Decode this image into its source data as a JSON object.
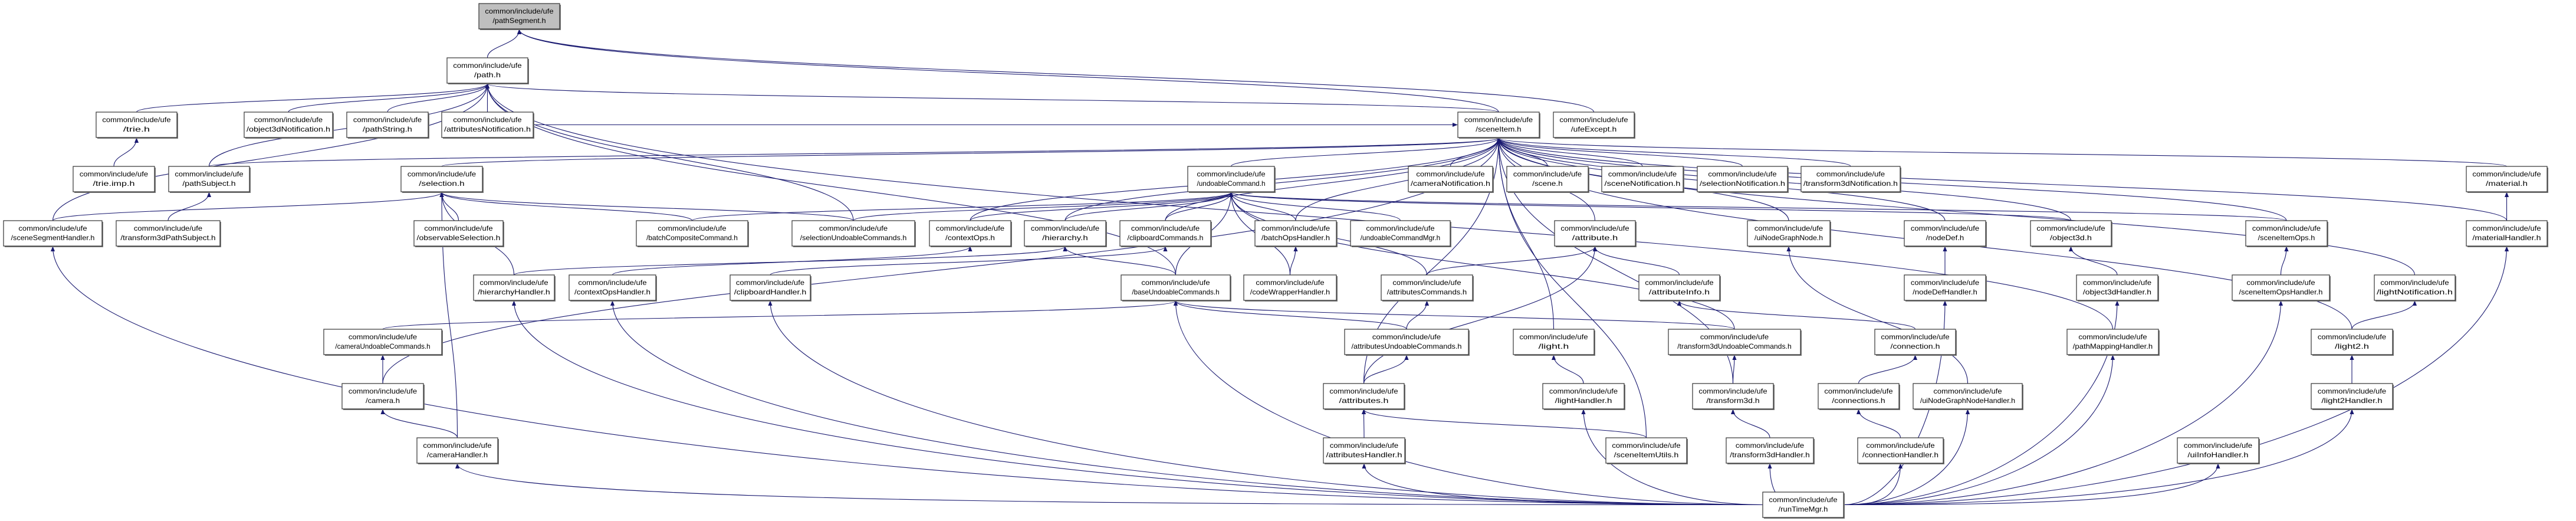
{
  "graph": {
    "type": "include-dependency-graph",
    "edge_color": "#191970",
    "root_fill": "#bfbfbf",
    "root": "pathSegment",
    "nodes": {
      "pathSegment": [
        "common/include/ufe",
        "/pathSegment.h"
      ],
      "path": [
        "common/include/ufe",
        "/path.h"
      ],
      "trie": [
        "common/include/ufe",
        "/trie.h"
      ],
      "object3dNotification": [
        "common/include/ufe",
        "/object3dNotification.h"
      ],
      "pathString": [
        "common/include/ufe",
        "/pathString.h"
      ],
      "attributesNotification": [
        "common/include/ufe",
        "/attributesNotification.h"
      ],
      "sceneItem": [
        "common/include/ufe",
        "/sceneItem.h"
      ],
      "ufeExcept": [
        "common/include/ufe",
        "/ufeExcept.h"
      ],
      "trieImp": [
        "common/include/ufe",
        "/trie.imp.h"
      ],
      "pathSubject": [
        "common/include/ufe",
        "/pathSubject.h"
      ],
      "selection": [
        "common/include/ufe",
        "/selection.h"
      ],
      "undoableCommand": [
        "common/include/ufe",
        "/undoableCommand.h"
      ],
      "cameraNotification": [
        "common/include/ufe",
        "/cameraNotification.h"
      ],
      "scene": [
        "common/include/ufe",
        "/scene.h"
      ],
      "sceneNotification": [
        "common/include/ufe",
        "/sceneNotification.h"
      ],
      "selectionNotification": [
        "common/include/ufe",
        "/selectionNotification.h"
      ],
      "transform3dNotification": [
        "common/include/ufe",
        "/transform3dNotification.h"
      ],
      "material": [
        "common/include/ufe",
        "/material.h"
      ],
      "sceneSegmentHandler": [
        "common/include/ufe",
        "/sceneSegmentHandler.h"
      ],
      "transform3dPathSubject": [
        "common/include/ufe",
        "/transform3dPathSubject.h"
      ],
      "observableSelection": [
        "common/include/ufe",
        "/observableSelection.h"
      ],
      "batchCompositeCommand": [
        "common/include/ufe",
        "/batchCompositeCommand.h"
      ],
      "selectionUndoableCommands": [
        "common/include/ufe",
        "/selectionUndoableCommands.h"
      ],
      "contextOps": [
        "common/include/ufe",
        "/contextOps.h"
      ],
      "hierarchy": [
        "common/include/ufe",
        "/hierarchy.h"
      ],
      "clipboardCommands": [
        "common/include/ufe",
        "/clipboardCommands.h"
      ],
      "batchOpsHandler": [
        "common/include/ufe",
        "/batchOpsHandler.h"
      ],
      "undoableCommandMgr": [
        "common/include/ufe",
        "/undoableCommandMgr.h"
      ],
      "attribute": [
        "common/include/ufe",
        "/attribute.h"
      ],
      "uiNodeGraphNode": [
        "common/include/ufe",
        "/uiNodeGraphNode.h"
      ],
      "nodeDef": [
        "common/include/ufe",
        "/nodeDef.h"
      ],
      "object3d": [
        "common/include/ufe",
        "/object3d.h"
      ],
      "sceneItemOps": [
        "common/include/ufe",
        "/sceneItemOps.h"
      ],
      "materialHandler": [
        "common/include/ufe",
        "/materialHandler.h"
      ],
      "hierarchyHandler": [
        "common/include/ufe",
        "/hierarchyHandler.h"
      ],
      "contextOpsHandler": [
        "common/include/ufe",
        "/contextOpsHandler.h"
      ],
      "clipboardHandler": [
        "common/include/ufe",
        "/clipboardHandler.h"
      ],
      "baseUndoableCommands": [
        "common/include/ufe",
        "/baseUndoableCommands.h"
      ],
      "codeWrapperHandler": [
        "common/include/ufe",
        "/codeWrapperHandler.h"
      ],
      "attributesCommands": [
        "common/include/ufe",
        "/attributesCommands.h"
      ],
      "attributeInfo": [
        "common/include/ufe",
        "/attributeInfo.h"
      ],
      "nodeDefHandler": [
        "common/include/ufe",
        "/nodeDefHandler.h"
      ],
      "object3dHandler": [
        "common/include/ufe",
        "/object3dHandler.h"
      ],
      "sceneItemOpsHandler": [
        "common/include/ufe",
        "/sceneItemOpsHandler.h"
      ],
      "lightNotification": [
        "common/include/ufe",
        "/lightNotification.h"
      ],
      "cameraUndoableCommands": [
        "common/include/ufe",
        "/cameraUndoableCommands.h"
      ],
      "attributesUndoableCommands": [
        "common/include/ufe",
        "/attributesUndoableCommands.h"
      ],
      "light": [
        "common/include/ufe",
        "/light.h"
      ],
      "transform3dUndoableCommands": [
        "common/include/ufe",
        "/transform3dUndoableCommands.h"
      ],
      "connection": [
        "common/include/ufe",
        "/connection.h"
      ],
      "pathMappingHandler": [
        "common/include/ufe",
        "/pathMappingHandler.h"
      ],
      "light2": [
        "common/include/ufe",
        "/light2.h"
      ],
      "camera": [
        "common/include/ufe",
        "/camera.h"
      ],
      "attributes": [
        "common/include/ufe",
        "/attributes.h"
      ],
      "lightHandler": [
        "common/include/ufe",
        "/lightHandler.h"
      ],
      "transform3d": [
        "common/include/ufe",
        "/transform3d.h"
      ],
      "connections": [
        "common/include/ufe",
        "/connections.h"
      ],
      "uiNodeGraphNodeHandler": [
        "common/include/ufe",
        "/uiNodeGraphNodeHandler.h"
      ],
      "light2Handler": [
        "common/include/ufe",
        "/light2Handler.h"
      ],
      "cameraHandler": [
        "common/include/ufe",
        "/cameraHandler.h"
      ],
      "attributesHandler": [
        "common/include/ufe",
        "/attributesHandler.h"
      ],
      "sceneItemUtils": [
        "common/include/ufe",
        "/sceneItemUtils.h"
      ],
      "transform3dHandler": [
        "common/include/ufe",
        "/transform3dHandler.h"
      ],
      "connectionHandler": [
        "common/include/ufe",
        "/connectionHandler.h"
      ],
      "uiInfoHandler": [
        "common/include/ufe",
        "/uiInfoHandler.h"
      ],
      "runTimeMgr": [
        "common/include/ufe",
        "/runTimeMgr.h"
      ]
    },
    "edges": [
      [
        "path",
        "pathSegment"
      ],
      [
        "sceneItem",
        "pathSegment"
      ],
      [
        "ufeExcept",
        "pathSegment"
      ],
      [
        "trie",
        "path"
      ],
      [
        "object3dNotification",
        "path"
      ],
      [
        "pathString",
        "path"
      ],
      [
        "attributesNotification",
        "path"
      ],
      [
        "sceneItem",
        "path"
      ],
      [
        "pathSubject",
        "path"
      ],
      [
        "sceneSegmentHandler",
        "path"
      ],
      [
        "selectionUndoableCommands",
        "path"
      ],
      [
        "baseUndoableCommands",
        "path"
      ],
      [
        "pathMappingHandler",
        "path"
      ],
      [
        "trieImp",
        "trie"
      ],
      [
        "transform3dPathSubject",
        "pathSubject"
      ],
      [
        "observableSelection",
        "selection"
      ],
      [
        "batchCompositeCommand",
        "selection"
      ],
      [
        "sceneSegmentHandler",
        "selection"
      ],
      [
        "hierarchyHandler",
        "selection"
      ],
      [
        "cameraHandler",
        "selection"
      ],
      [
        "selectionUndoableCommands",
        "selection"
      ],
      [
        "pathSubject",
        "sceneItem"
      ],
      [
        "selection",
        "sceneItem"
      ],
      [
        "undoableCommand",
        "sceneItem"
      ],
      [
        "cameraNotification",
        "sceneItem"
      ],
      [
        "scene",
        "sceneItem"
      ],
      [
        "sceneNotification",
        "sceneItem"
      ],
      [
        "selectionNotification",
        "sceneItem"
      ],
      [
        "transform3dNotification",
        "sceneItem"
      ],
      [
        "material",
        "sceneItem"
      ],
      [
        "attribute",
        "sceneItem"
      ],
      [
        "uiNodeGraphNode",
        "sceneItem"
      ],
      [
        "nodeDef",
        "sceneItem"
      ],
      [
        "object3d",
        "sceneItem"
      ],
      [
        "sceneItemOps",
        "sceneItem"
      ],
      [
        "materialHandler",
        "sceneItem"
      ],
      [
        "contextOps",
        "sceneItem"
      ],
      [
        "hierarchy",
        "sceneItem"
      ],
      [
        "attributesNotification",
        "sceneItem"
      ],
      [
        "lightNotification",
        "sceneItem"
      ],
      [
        "sceneItemUtils",
        "sceneItem"
      ],
      [
        "light",
        "sceneItem"
      ],
      [
        "transform3d",
        "sceneItem"
      ],
      [
        "camera",
        "sceneItem"
      ],
      [
        "attributes",
        "sceneItem"
      ],
      [
        "clipboardCommands",
        "sceneItem"
      ],
      [
        "batchOpsHandler",
        "sceneItem"
      ],
      [
        "light2",
        "sceneItem"
      ],
      [
        "batchCompositeCommand",
        "undoableCommand"
      ],
      [
        "selectionUndoableCommands",
        "undoableCommand"
      ],
      [
        "contextOps",
        "undoableCommand"
      ],
      [
        "hierarchy",
        "undoableCommand"
      ],
      [
        "clipboardCommands",
        "undoableCommand"
      ],
      [
        "batchOpsHandler",
        "undoableCommand"
      ],
      [
        "undoableCommandMgr",
        "undoableCommand"
      ],
      [
        "baseUndoableCommands",
        "undoableCommand"
      ],
      [
        "codeWrapperHandler",
        "undoableCommand"
      ],
      [
        "attributesCommands",
        "undoableCommand"
      ],
      [
        "sceneItemOps",
        "undoableCommand"
      ],
      [
        "object3d",
        "undoableCommand"
      ],
      [
        "transform3dUndoableCommands",
        "undoableCommand"
      ],
      [
        "codeWrapperHandler",
        "batchOpsHandler"
      ],
      [
        "baseUndoableCommands",
        "hierarchy"
      ],
      [
        "contextOpsHandler",
        "contextOps"
      ],
      [
        "hierarchyHandler",
        "hierarchy"
      ],
      [
        "clipboardHandler",
        "clipboardCommands"
      ],
      [
        "cameraUndoableCommands",
        "baseUndoableCommands"
      ],
      [
        "attributesUndoableCommands",
        "baseUndoableCommands"
      ],
      [
        "transform3dUndoableCommands",
        "baseUndoableCommands"
      ],
      [
        "camera",
        "cameraUndoableCommands"
      ],
      [
        "cameraHandler",
        "camera"
      ],
      [
        "attributes",
        "attribute"
      ],
      [
        "attributesCommands",
        "attribute"
      ],
      [
        "attributeInfo",
        "attribute"
      ],
      [
        "connection",
        "attributeInfo"
      ],
      [
        "attributesUndoableCommands",
        "attributesCommands"
      ],
      [
        "attributes",
        "attributesUndoableCommands"
      ],
      [
        "attributesHandler",
        "attributes"
      ],
      [
        "sceneItemUtils",
        "attributes"
      ],
      [
        "lightHandler",
        "light"
      ],
      [
        "transform3d",
        "transform3dUndoableCommands"
      ],
      [
        "transform3dHandler",
        "transform3d"
      ],
      [
        "connections",
        "connection"
      ],
      [
        "connectionHandler",
        "connections"
      ],
      [
        "uiNodeGraphNodeHandler",
        "uiNodeGraphNode"
      ],
      [
        "nodeDefHandler",
        "nodeDef"
      ],
      [
        "object3dHandler",
        "object3d"
      ],
      [
        "sceneItemOpsHandler",
        "sceneItemOps"
      ],
      [
        "materialHandler",
        "material"
      ],
      [
        "light2",
        "lightNotification"
      ],
      [
        "light2Handler",
        "light2"
      ],
      [
        "runTimeMgr",
        "cameraHandler"
      ],
      [
        "runTimeMgr",
        "sceneSegmentHandler"
      ],
      [
        "runTimeMgr",
        "hierarchyHandler"
      ],
      [
        "runTimeMgr",
        "contextOpsHandler"
      ],
      [
        "runTimeMgr",
        "clipboardHandler"
      ],
      [
        "runTimeMgr",
        "attributesHandler"
      ],
      [
        "runTimeMgr",
        "lightHandler"
      ],
      [
        "runTimeMgr",
        "transform3dHandler"
      ],
      [
        "runTimeMgr",
        "connectionHandler"
      ],
      [
        "runTimeMgr",
        "uiNodeGraphNodeHandler"
      ],
      [
        "runTimeMgr",
        "nodeDefHandler"
      ],
      [
        "runTimeMgr",
        "object3dHandler"
      ],
      [
        "runTimeMgr",
        "pathMappingHandler"
      ],
      [
        "runTimeMgr",
        "uiInfoHandler"
      ],
      [
        "runTimeMgr",
        "sceneItemOpsHandler"
      ],
      [
        "runTimeMgr",
        "light2Handler"
      ],
      [
        "runTimeMgr",
        "materialHandler"
      ],
      [
        "runTimeMgr",
        "baseUndoableCommands"
      ]
    ]
  }
}
